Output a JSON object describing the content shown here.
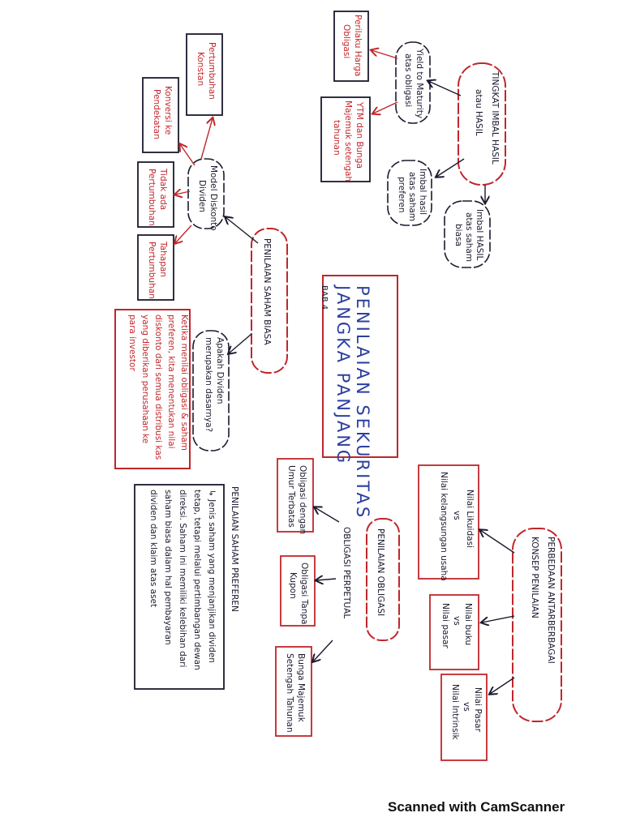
{
  "title": {
    "line1": "PENILAIAN SEKURITAS",
    "line2": "JANGKA PANJANG",
    "bab": "BAB 4"
  },
  "yield": {
    "main": [
      "TINGKAT IMBAL HASIL",
      "atau HASIL"
    ],
    "ytm": [
      "Yield to Maturity",
      "atas obligasi"
    ],
    "imbal_preferen": [
      "Imbal hasil",
      "atas saham",
      "preferen"
    ],
    "imbal_biasa": [
      "Imbal HASIL",
      "atas saham",
      "biasa"
    ],
    "perilaku": [
      "Perilaku Harga",
      "Obligasi"
    ],
    "ytm_bunga": [
      "YTM dan Bunga",
      "Majemuk setengah",
      "tahunan"
    ]
  },
  "saham_biasa": {
    "main": "PENILAIAN SAHAM BIASA",
    "model": [
      "Model Diskonto",
      "Dividen"
    ],
    "pertumbuhan_konstan": [
      "Pertumbuhan",
      "Konstan"
    ],
    "konversi": [
      "Konversi ke",
      "Pendekatan"
    ],
    "tidak_ada": [
      "Tidak ada",
      "Pertumbuhan"
    ],
    "tahapan": [
      "Tahapan",
      "Pertumbuhan"
    ],
    "q": [
      "Apakah Dividen",
      "merupakan dasarnya?"
    ],
    "answer": [
      "Ketika menilai obligasi & saham",
      "preferen, kita menentukan nilai",
      "diskonto dari semua distribusi kas",
      "yang diberikan perusahaan ke",
      "para investor"
    ]
  },
  "perbedaan": {
    "main": [
      "PERBEDAAN ANTARBERBAGAI",
      "KONSEP PENILAIAN"
    ],
    "likuidasi": [
      "Nilai Likuidasi",
      "vs",
      "Nilai kelangsungan usaha"
    ],
    "buku": [
      "Nilai buku",
      "vs",
      "Nilai pasar"
    ],
    "pasar": [
      "Nilai Pasar",
      "vs",
      "Nilai Intrinsik"
    ]
  },
  "obligasi": {
    "main": [
      "PENILAIAN OBLIGASI"
    ],
    "perpetual": "OBLIGASI PERPETUAL",
    "terbatas": [
      "Obligasi dengan",
      "Umur Terbatas"
    ],
    "tanpa_kupon": [
      "Obligasi Tanpa",
      "Kupon"
    ],
    "bunga": [
      "Bunga Majemuk",
      "Setengah Tahunan"
    ]
  },
  "preferen": {
    "main": "PENILAIAN SAHAM PREFEREN",
    "desc": [
      "↳ Jenis saham yang menjanjikan dividen",
      "tetap, tetapi melalui pertimbangan dewan",
      "direksi. Saham ini memiliki kelebihan dari",
      "saham biasa dalam hal pembayaran",
      "dividen dan klaim atas aset"
    ]
  },
  "footer": "Scanned with CamScanner",
  "colors": {
    "ink": "#1a1a2e",
    "red": "#c0262b",
    "blue": "#2b3fa0"
  }
}
